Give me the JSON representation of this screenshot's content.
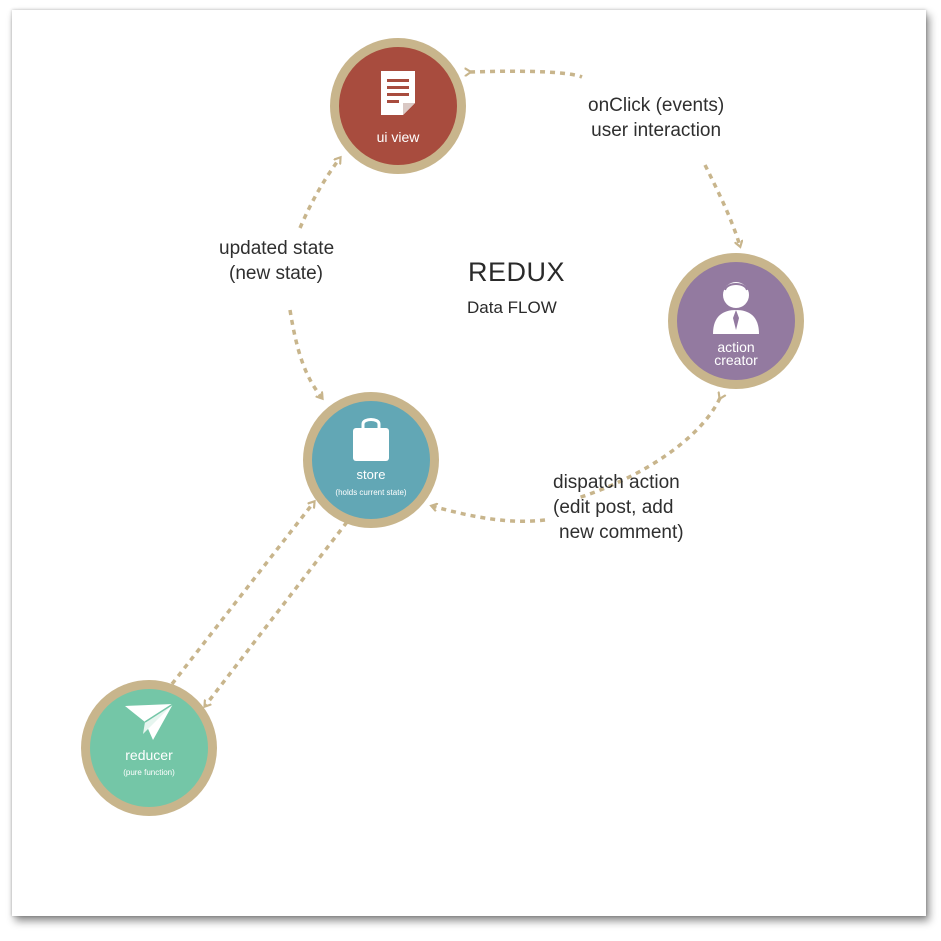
{
  "diagram": {
    "title": "REDUX",
    "subtitle": "Data FLOW",
    "colors": {
      "ring": "#c8b58c",
      "arrow": "#c8b58c",
      "ui_view": "#a84c3e",
      "action_creator": "#937aa0",
      "store": "#62a7b5",
      "reducer": "#74c6a7"
    },
    "nodes": {
      "ui_view": {
        "label": "ui view",
        "icon": "document-icon"
      },
      "action_creator": {
        "label_line1": "action",
        "label_line2": "creator",
        "icon": "user-icon"
      },
      "store": {
        "label": "store",
        "sublabel": "(holds current state)",
        "icon": "shopping-bag-icon"
      },
      "reducer": {
        "label": "reducer",
        "sublabel": "(pure function)",
        "icon": "paper-plane-icon"
      }
    },
    "edges": {
      "events": {
        "line1": "onClick (events)",
        "line2": "user interaction"
      },
      "dispatch": {
        "line1": "dispatch action",
        "line2": "(edit post, add",
        "line3": "new comment)"
      },
      "updated": {
        "line1": "updated state",
        "line2": "(new state)"
      }
    }
  }
}
